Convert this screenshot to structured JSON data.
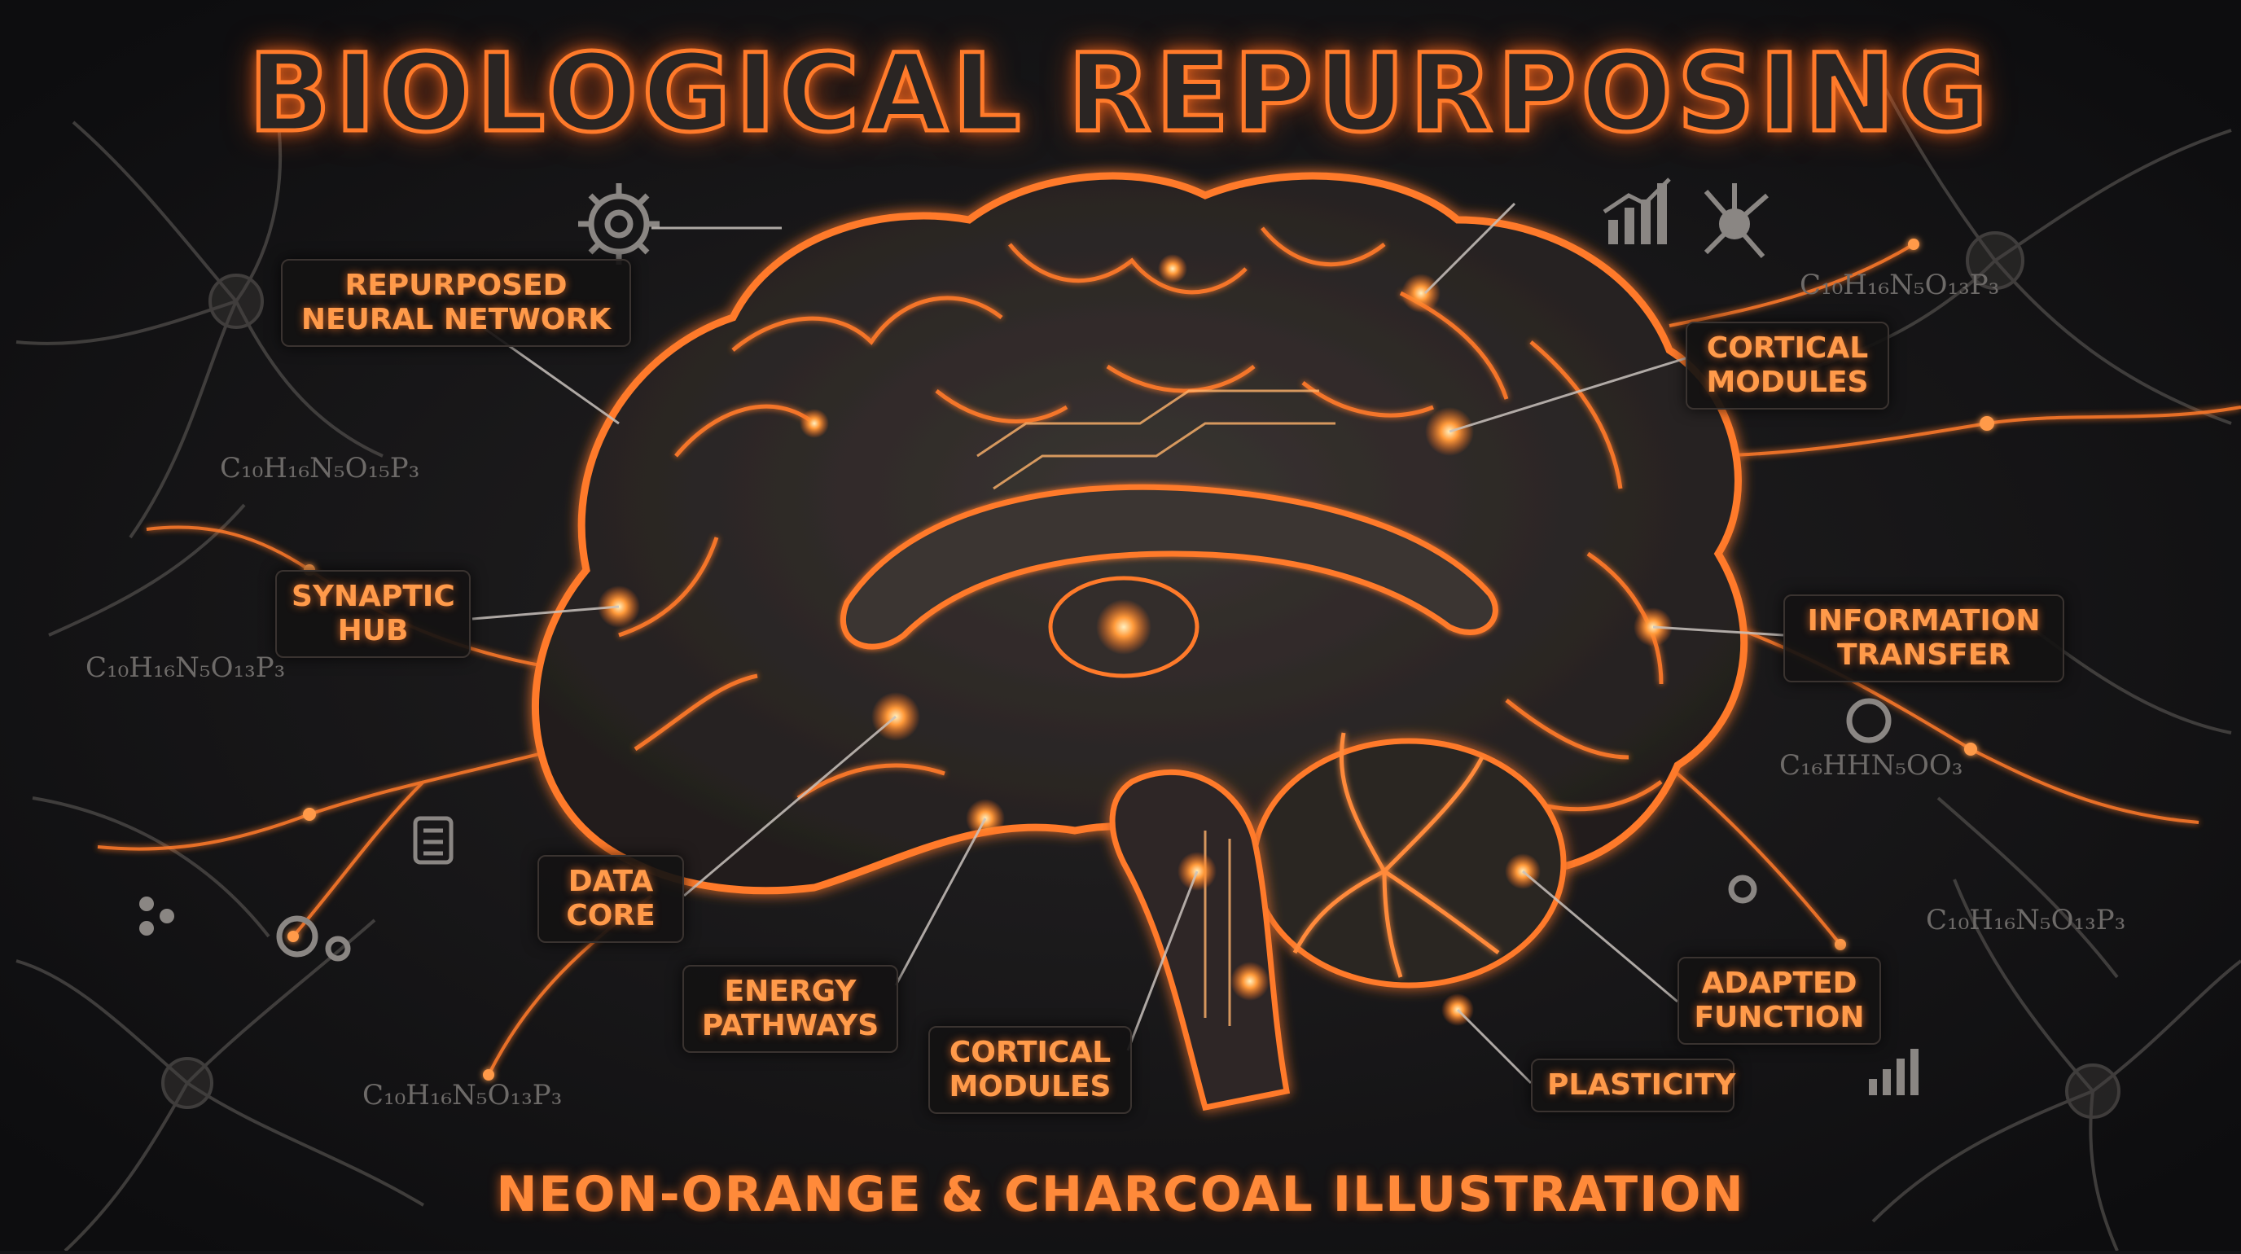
{
  "title": "BIOLOGICAL REPURPOSING",
  "subtitle": "NEON-ORANGE & CHARCOAL ILLUSTRATION",
  "labels": {
    "repurposed_network": [
      "REPURPOSED",
      "NEURAL NETWORK"
    ],
    "synaptic_hub": [
      "SYNAPTIC",
      "HUB"
    ],
    "data_core": [
      "DATA",
      "CORE"
    ],
    "energy_pathways": [
      "ENERGY",
      "PATHWAYS"
    ],
    "cortical_modules_bottom": [
      "CORTICAL",
      "MODULES"
    ],
    "cortical_modules_top": [
      "CORTICAL",
      "MODULES"
    ],
    "information_transfer": [
      "INFORMATION",
      "TRANSFER"
    ],
    "adapted_function": [
      "ADAPTED",
      "FUNCTION"
    ],
    "plasticity": [
      "PLASTICITY"
    ]
  },
  "formulas": {
    "f1": "C₁₀H₁₆N₅O₁₃P₃",
    "f2": "C₁₀H₁₆N₅O₁₅P₃",
    "f3": "C₁₀H₁₆N₅O₁₃P₃",
    "f4": "C₁₀H₁₆N₅O₁₃P₃",
    "f5": "C₁₆HHN₅OO₃",
    "f6": "C₁₀H₁₆N₅O₁₃P₃"
  },
  "colors": {
    "background": "#141416",
    "neon": "#ff7a2a",
    "glow": "#ffb36b",
    "charcoal": "#2a2523",
    "neuron_gray": "#5a5755"
  },
  "icons": [
    "gear-icon",
    "bar-chart-icon",
    "neuron-icon",
    "circuit-chip-icon",
    "molecule-icon",
    "gears-icon",
    "signal-bars-icon"
  ]
}
